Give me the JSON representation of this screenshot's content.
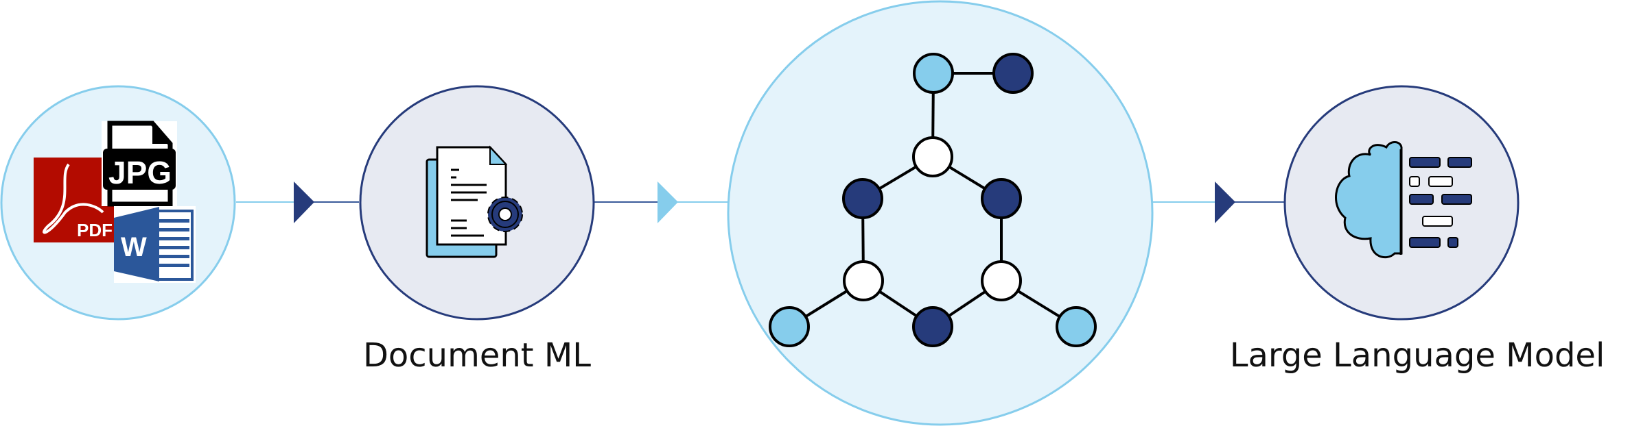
{
  "colors": {
    "light_blue": "#86cdec",
    "navy": "#263b7b",
    "light_fill": "#e4f3fb",
    "grey_fill": "#e7eaf2",
    "pdf_red": "#b30b00",
    "word_blue": "#2b579a"
  },
  "stages": [
    {
      "name": "input-documents",
      "icons": {
        "jpg": "JPG",
        "pdf": "PDF",
        "word": "W"
      }
    },
    {
      "name": "document-ml",
      "label": "Document ML"
    },
    {
      "name": "graph",
      "label": ""
    },
    {
      "name": "large-language-model",
      "label": "Large Language Model"
    }
  ],
  "graph": {
    "nodes": [
      {
        "id": 0,
        "color": "light"
      },
      {
        "id": 1,
        "color": "navy"
      },
      {
        "id": 2,
        "color": "white"
      },
      {
        "id": 3,
        "color": "navy"
      },
      {
        "id": 4,
        "color": "navy"
      },
      {
        "id": 5,
        "color": "white"
      },
      {
        "id": 6,
        "color": "white"
      },
      {
        "id": 7,
        "color": "light"
      },
      {
        "id": 8,
        "color": "navy"
      },
      {
        "id": 9,
        "color": "light"
      }
    ],
    "edges": [
      [
        0,
        1
      ],
      [
        0,
        2
      ],
      [
        2,
        3
      ],
      [
        2,
        4
      ],
      [
        3,
        5
      ],
      [
        4,
        6
      ],
      [
        5,
        7
      ],
      [
        5,
        8
      ],
      [
        6,
        8
      ],
      [
        6,
        9
      ]
    ]
  }
}
